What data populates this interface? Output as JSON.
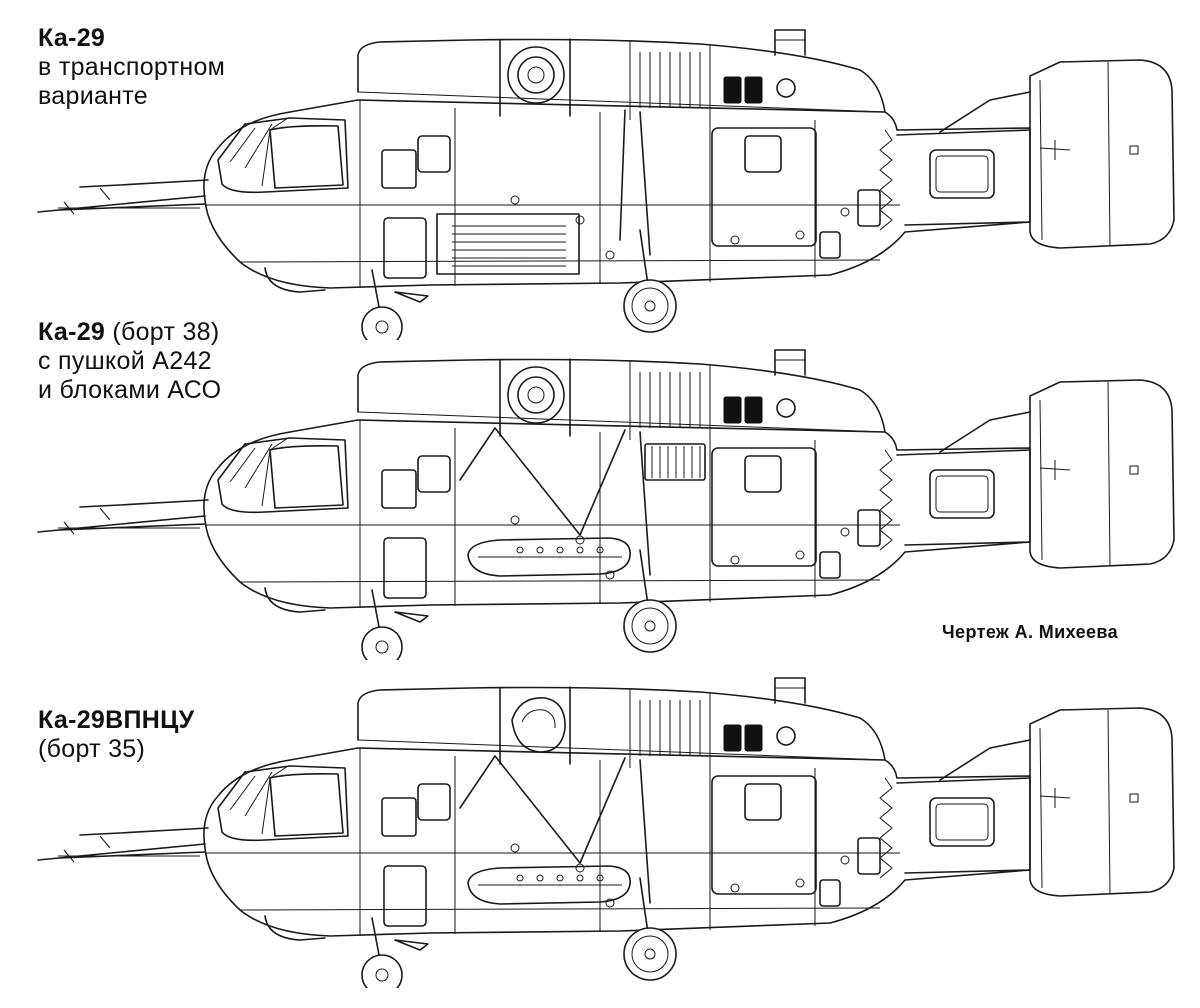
{
  "captions": [
    {
      "bold": "Ка-29",
      "rest": "",
      "lines": [
        "в транспортном",
        "варианте"
      ]
    },
    {
      "bold": "Ка-29",
      "rest": " (борт 38)",
      "lines": [
        "с пушкой А242",
        "и блоками АСО"
      ]
    },
    {
      "bold": "Ка-29ВПНЦУ",
      "rest": "",
      "lines": [
        "(борт 35)"
      ]
    }
  ],
  "credit": "Чертеж А. Михеева",
  "variants": [
    {
      "id": "transport",
      "gun_pack": false,
      "aso_blocks": false,
      "radome": "standard"
    },
    {
      "id": "gun",
      "gun_pack": true,
      "aso_blocks": true,
      "radome": "standard"
    },
    {
      "id": "vpncu",
      "gun_pack": true,
      "aso_blocks": false,
      "radome": "open"
    }
  ],
  "colors": {
    "ink": "#1a1a1a",
    "paper": "#ffffff"
  }
}
